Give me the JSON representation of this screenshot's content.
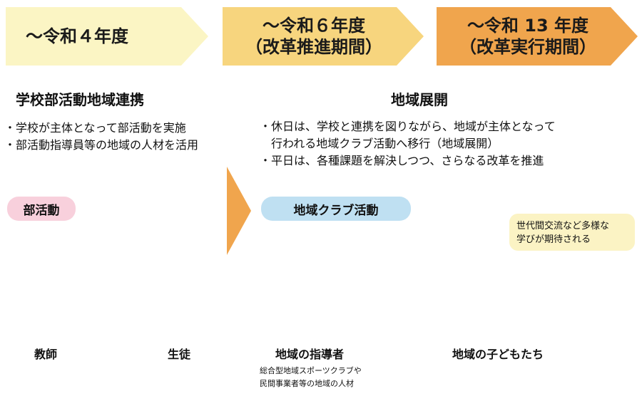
{
  "phases": [
    {
      "lines": [
        "～令和４年度"
      ],
      "color": "#fbf5c4"
    },
    {
      "lines": [
        "～令和６年度",
        "（改革推進期間）"
      ],
      "color": "#f7d57e"
    },
    {
      "lines": [
        "～令和 13 年度",
        "（改革実行期間）"
      ],
      "color": "#f0a54d"
    }
  ],
  "left": {
    "heading": "学校部活動地域連携",
    "bullets": [
      "・学校が主体となって部活動を実施",
      "・部活動指導員等の地域の人材を活用"
    ],
    "pill": "部活動",
    "pill_color": "#f8d0dc"
  },
  "right": {
    "heading": "地域展開",
    "bullets": [
      "・休日は、学校と連携を図りながら、地域が主体となって",
      "　行われる地域クラブ活動へ移行（地域展開）",
      "・平日は、各種課題を解決しつつ、さらなる改革を推進"
    ],
    "pill": "地域クラブ活動",
    "pill_color": "#bfe0f2",
    "note": [
      "世代間交流など多様な",
      "学びが期待される"
    ]
  },
  "arrow_color": "#f0a54d",
  "bottom_labels": {
    "teacher": "教師",
    "student": "生徒",
    "coach": "地域の指導者",
    "coach_sub": [
      "総合型地域スポーツクラブや",
      "民間事業者等の地域の人材"
    ],
    "children": "地域の子どもたち"
  }
}
